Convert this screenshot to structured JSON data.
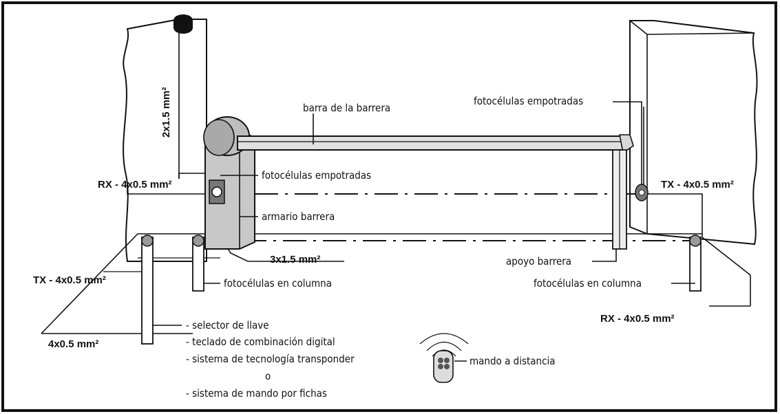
{
  "labels": {
    "barra": "barra de la barrera",
    "foto_emp_right": "fotocélulas empotradas",
    "foto_emp_left": "fotocélulas empotradas",
    "cable_post": "2x1.5 mm²",
    "rx_left": "RX - 4x0.5 mm²",
    "tx_right": "TX - 4x0.5 mm²",
    "armario": "armario barrera",
    "cable_3x": "3x1.5 mm²",
    "apoyo": "apoyo barrera",
    "tx_left": "TX - 4x0.5 mm²",
    "foto_col_left": "fotocélulas en columna",
    "foto_col_right": "fotocélulas en columna",
    "rx_right": "RX - 4x0.5 mm²",
    "cable_4x": "4x0.5 mm²",
    "mando": "mando a distancia"
  },
  "selector_list": [
    "- selector de llave",
    "- teclado de combinación digital",
    "- sistema de tecnología transponder",
    "o",
    "- sistema de mando por fichas"
  ]
}
